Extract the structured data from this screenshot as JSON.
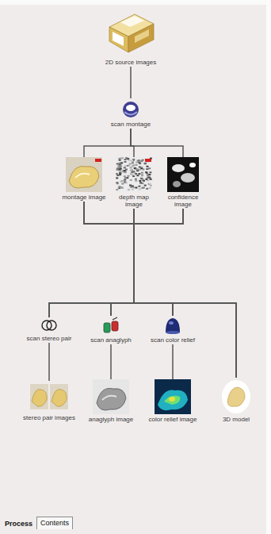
{
  "diagram": {
    "nodes": [
      {
        "text": [
          "2D source images"
        ]
      },
      {
        "text": [
          "scan montage"
        ]
      },
      {
        "text": [
          "montage image"
        ]
      },
      {
        "text": [
          "depth map image"
        ]
      },
      {
        "text": [
          "confidence image"
        ]
      },
      {
        "text": [
          "scan stereo pair"
        ]
      },
      {
        "text": [
          "scan anaglyph"
        ]
      },
      {
        "text": [
          "scan color relief"
        ]
      },
      {
        "text": [
          "stereo pair images"
        ]
      },
      {
        "text": [
          "anaglyph image"
        ]
      },
      {
        "text": [
          "color relief image"
        ]
      },
      {
        "text": [
          "3D model"
        ]
      }
    ],
    "edges": [
      {
        "from": 0,
        "to": 1,
        "arrow": "none"
      },
      {
        "from": 1,
        "to": 2,
        "arrow": "none"
      },
      {
        "from": 1,
        "to": 3,
        "arrow": "none"
      },
      {
        "from": 1,
        "to": 4,
        "arrow": "none"
      },
      {
        "from": 2,
        "to": 5,
        "arrow": "none"
      },
      {
        "from": 2,
        "to": 6,
        "arrow": "none"
      },
      {
        "from": 2,
        "to": 7,
        "arrow": "none"
      },
      {
        "from": 2,
        "to": 11,
        "arrow": "none"
      },
      {
        "from": 3,
        "to": 5,
        "arrow": "none"
      },
      {
        "from": 3,
        "to": 6,
        "arrow": "none"
      },
      {
        "from": 3,
        "to": 7,
        "arrow": "none"
      },
      {
        "from": 3,
        "to": 11,
        "arrow": "none"
      },
      {
        "from": 4,
        "to": 5,
        "arrow": "none"
      },
      {
        "from": 4,
        "to": 6,
        "arrow": "none"
      },
      {
        "from": 4,
        "to": 7,
        "arrow": "none"
      },
      {
        "from": 4,
        "to": 11,
        "arrow": "none"
      },
      {
        "from": 5,
        "to": 8,
        "arrow": "none"
      },
      {
        "from": 6,
        "to": 9,
        "arrow": "none"
      },
      {
        "from": 7,
        "to": 10,
        "arrow": "none"
      }
    ],
    "labels": [
      "Process",
      "Contents"
    ]
  }
}
